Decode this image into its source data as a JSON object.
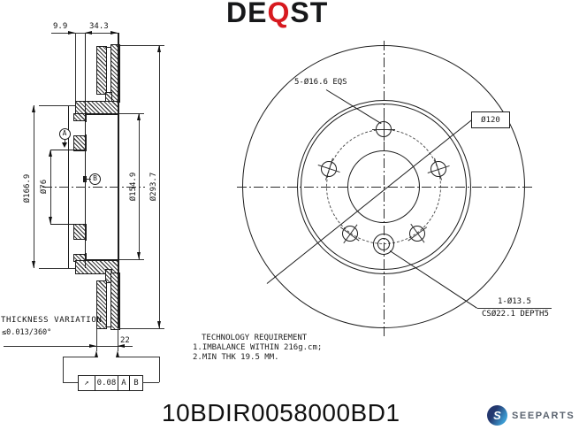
{
  "header": {
    "logo_de": "DE",
    "logo_q": "Q",
    "logo_st": "ST"
  },
  "left_view": {
    "dim_hat_depth": "9.9",
    "dim_overall_width": "34.3",
    "dia_flange": "Ø166.9",
    "dia_bore": "Ø76",
    "dia_inner": "Ø154.9",
    "dia_outer": "Ø293.7",
    "dim_disc_thickness": "22",
    "thickness_variation_title": "THICKNESS VARIATION",
    "thickness_variation_value": "≤0.013/360°",
    "datum_a": "A",
    "datum_b": "B",
    "fcf_symbol": "↗",
    "fcf_tolerance": "0.08",
    "fcf_datum_1": "A",
    "fcf_datum_2": "B"
  },
  "right_view": {
    "bolt_pattern_label": "5-Ø16.6 EQS",
    "pcd_label": "Ø120",
    "pin_hole_label_1": "1-Ø13.5",
    "pin_hole_label_2": "CSØ22.1 DEPTH5"
  },
  "notes": {
    "title": "TECHNOLOGY REQUIREMENT",
    "item_1": "1.IMBALANCE WITHIN 216g.cm;",
    "item_2": "2.MIN THK 19.5 MM."
  },
  "footer": {
    "part_number": "10BDIR0058000BD1",
    "brand_name": "SEEPARTS",
    "brand_icon_letter": "S"
  },
  "colors": {
    "accent_red": "#d7191f",
    "line_black": "#1c1c1c",
    "brand_blue_dark": "#24386f",
    "brand_blue_light": "#3b9ad1",
    "brand_text_gray": "#5b6470"
  }
}
